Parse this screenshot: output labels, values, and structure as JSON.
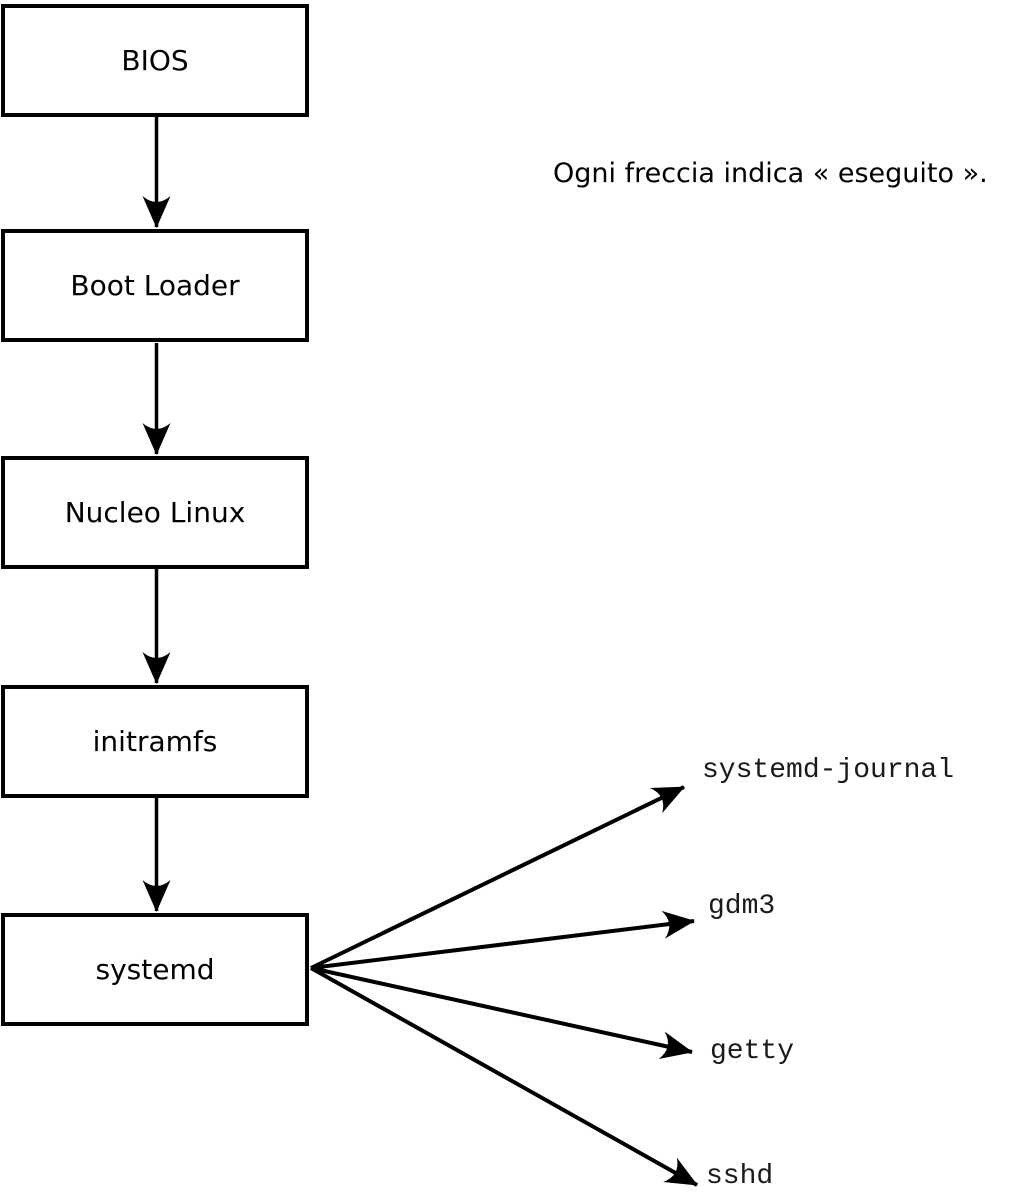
{
  "diagram": {
    "caption": "Ogni freccia indica « eseguito ».",
    "chain": [
      {
        "label": "BIOS"
      },
      {
        "label": "Boot Loader"
      },
      {
        "label": "Nucleo Linux"
      },
      {
        "label": "initramfs"
      },
      {
        "label": "systemd"
      }
    ],
    "services": [
      {
        "label": "systemd-journal"
      },
      {
        "label": "gdm3"
      },
      {
        "label": "getty"
      },
      {
        "label": "sshd"
      }
    ],
    "colors": {
      "stroke": "#000000",
      "background": "#ffffff",
      "box_fill": "#ffffff"
    }
  }
}
